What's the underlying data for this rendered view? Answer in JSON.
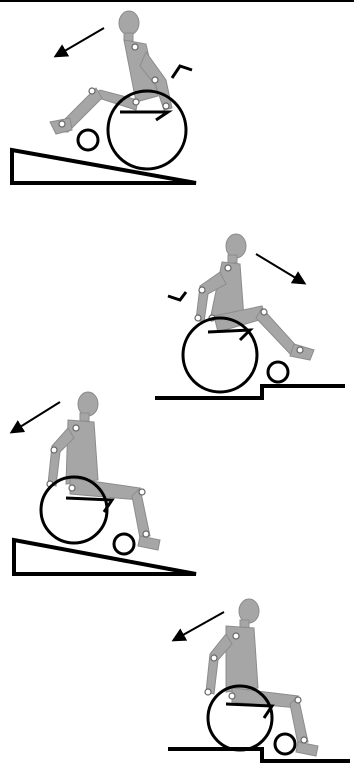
{
  "colors": {
    "figure": "#a6a6a6",
    "figure_dark": "#8c8c8c",
    "joint": "#ffffff",
    "line": "#000000",
    "background": "#ffffff"
  },
  "panels": [
    {
      "id": "ramp-descent-reclined",
      "arrow_direction": "down-left",
      "surface": "ramp"
    },
    {
      "id": "step-descent-forward",
      "arrow_direction": "down-right",
      "surface": "step"
    },
    {
      "id": "ramp-descent-upright",
      "arrow_direction": "down-left",
      "surface": "ramp"
    },
    {
      "id": "step-descent-upright",
      "arrow_direction": "down-left",
      "surface": "step"
    }
  ]
}
